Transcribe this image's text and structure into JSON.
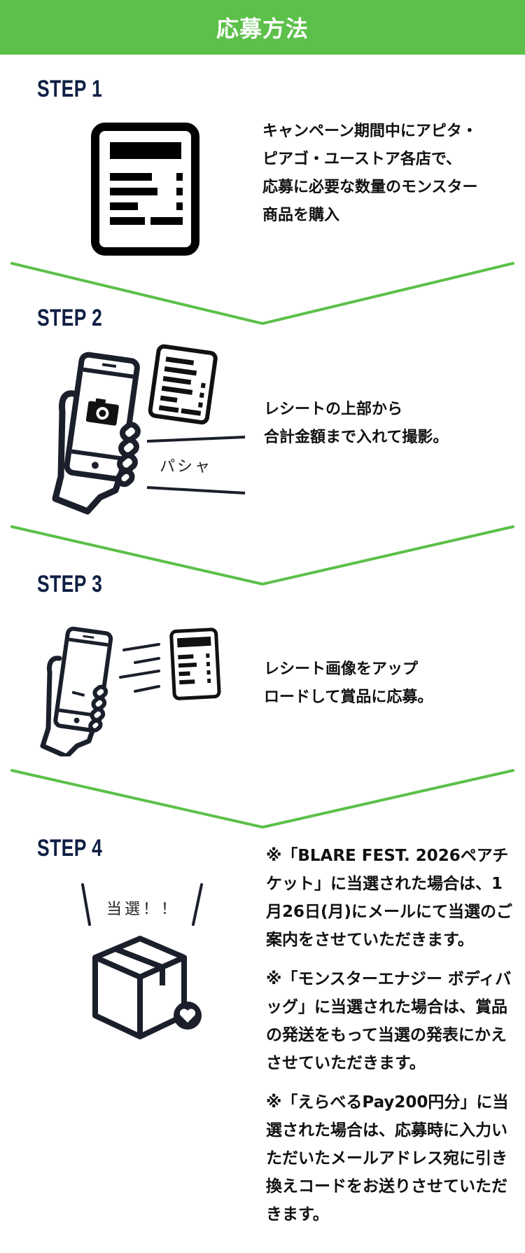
{
  "header": {
    "title": "応募方法"
  },
  "colors": {
    "accent_green": "#5cc04a",
    "step_navy": "#0f1f43",
    "icon_dark": "#1a1f2b"
  },
  "steps": [
    {
      "label": "STEP 1",
      "icon": "receipt-icon",
      "lines": [
        "キャンペーン期間中にアピタ・",
        "ピアゴ・ユーストア各店で、",
        "応募に必要な数量のモンスター",
        "商品を購入"
      ]
    },
    {
      "label": "STEP 2",
      "icon": "phone-camera-receipt-icon",
      "sound_effect": "パシャ",
      "lines": [
        "レシートの上部から",
        "合計金額まで入れて撮影。"
      ]
    },
    {
      "label": "STEP 3",
      "icon": "phone-upload-receipt-icon",
      "lines": [
        "レシート画像をアップ",
        "ロードして賞品に応募。"
      ]
    },
    {
      "label": "STEP 4",
      "icon": "prize-box-icon",
      "exclaim": "当選！！",
      "notes": [
        "※「BLARE FEST. 2026ペアチケット」に当選された場合は、1月26日(月)にメールにて当選のご案内をさせていただきます。",
        "※「モンスターエナジー ボディバッグ」に当選された場合は、賞品の発送をもって当選の発表にかえさせていただきます。",
        "※「えらべるPay200円分」に当選された場合は、応募時に入力いただいたメールアドレス宛に引き換えコードをお送りさせていただきます。"
      ]
    }
  ]
}
